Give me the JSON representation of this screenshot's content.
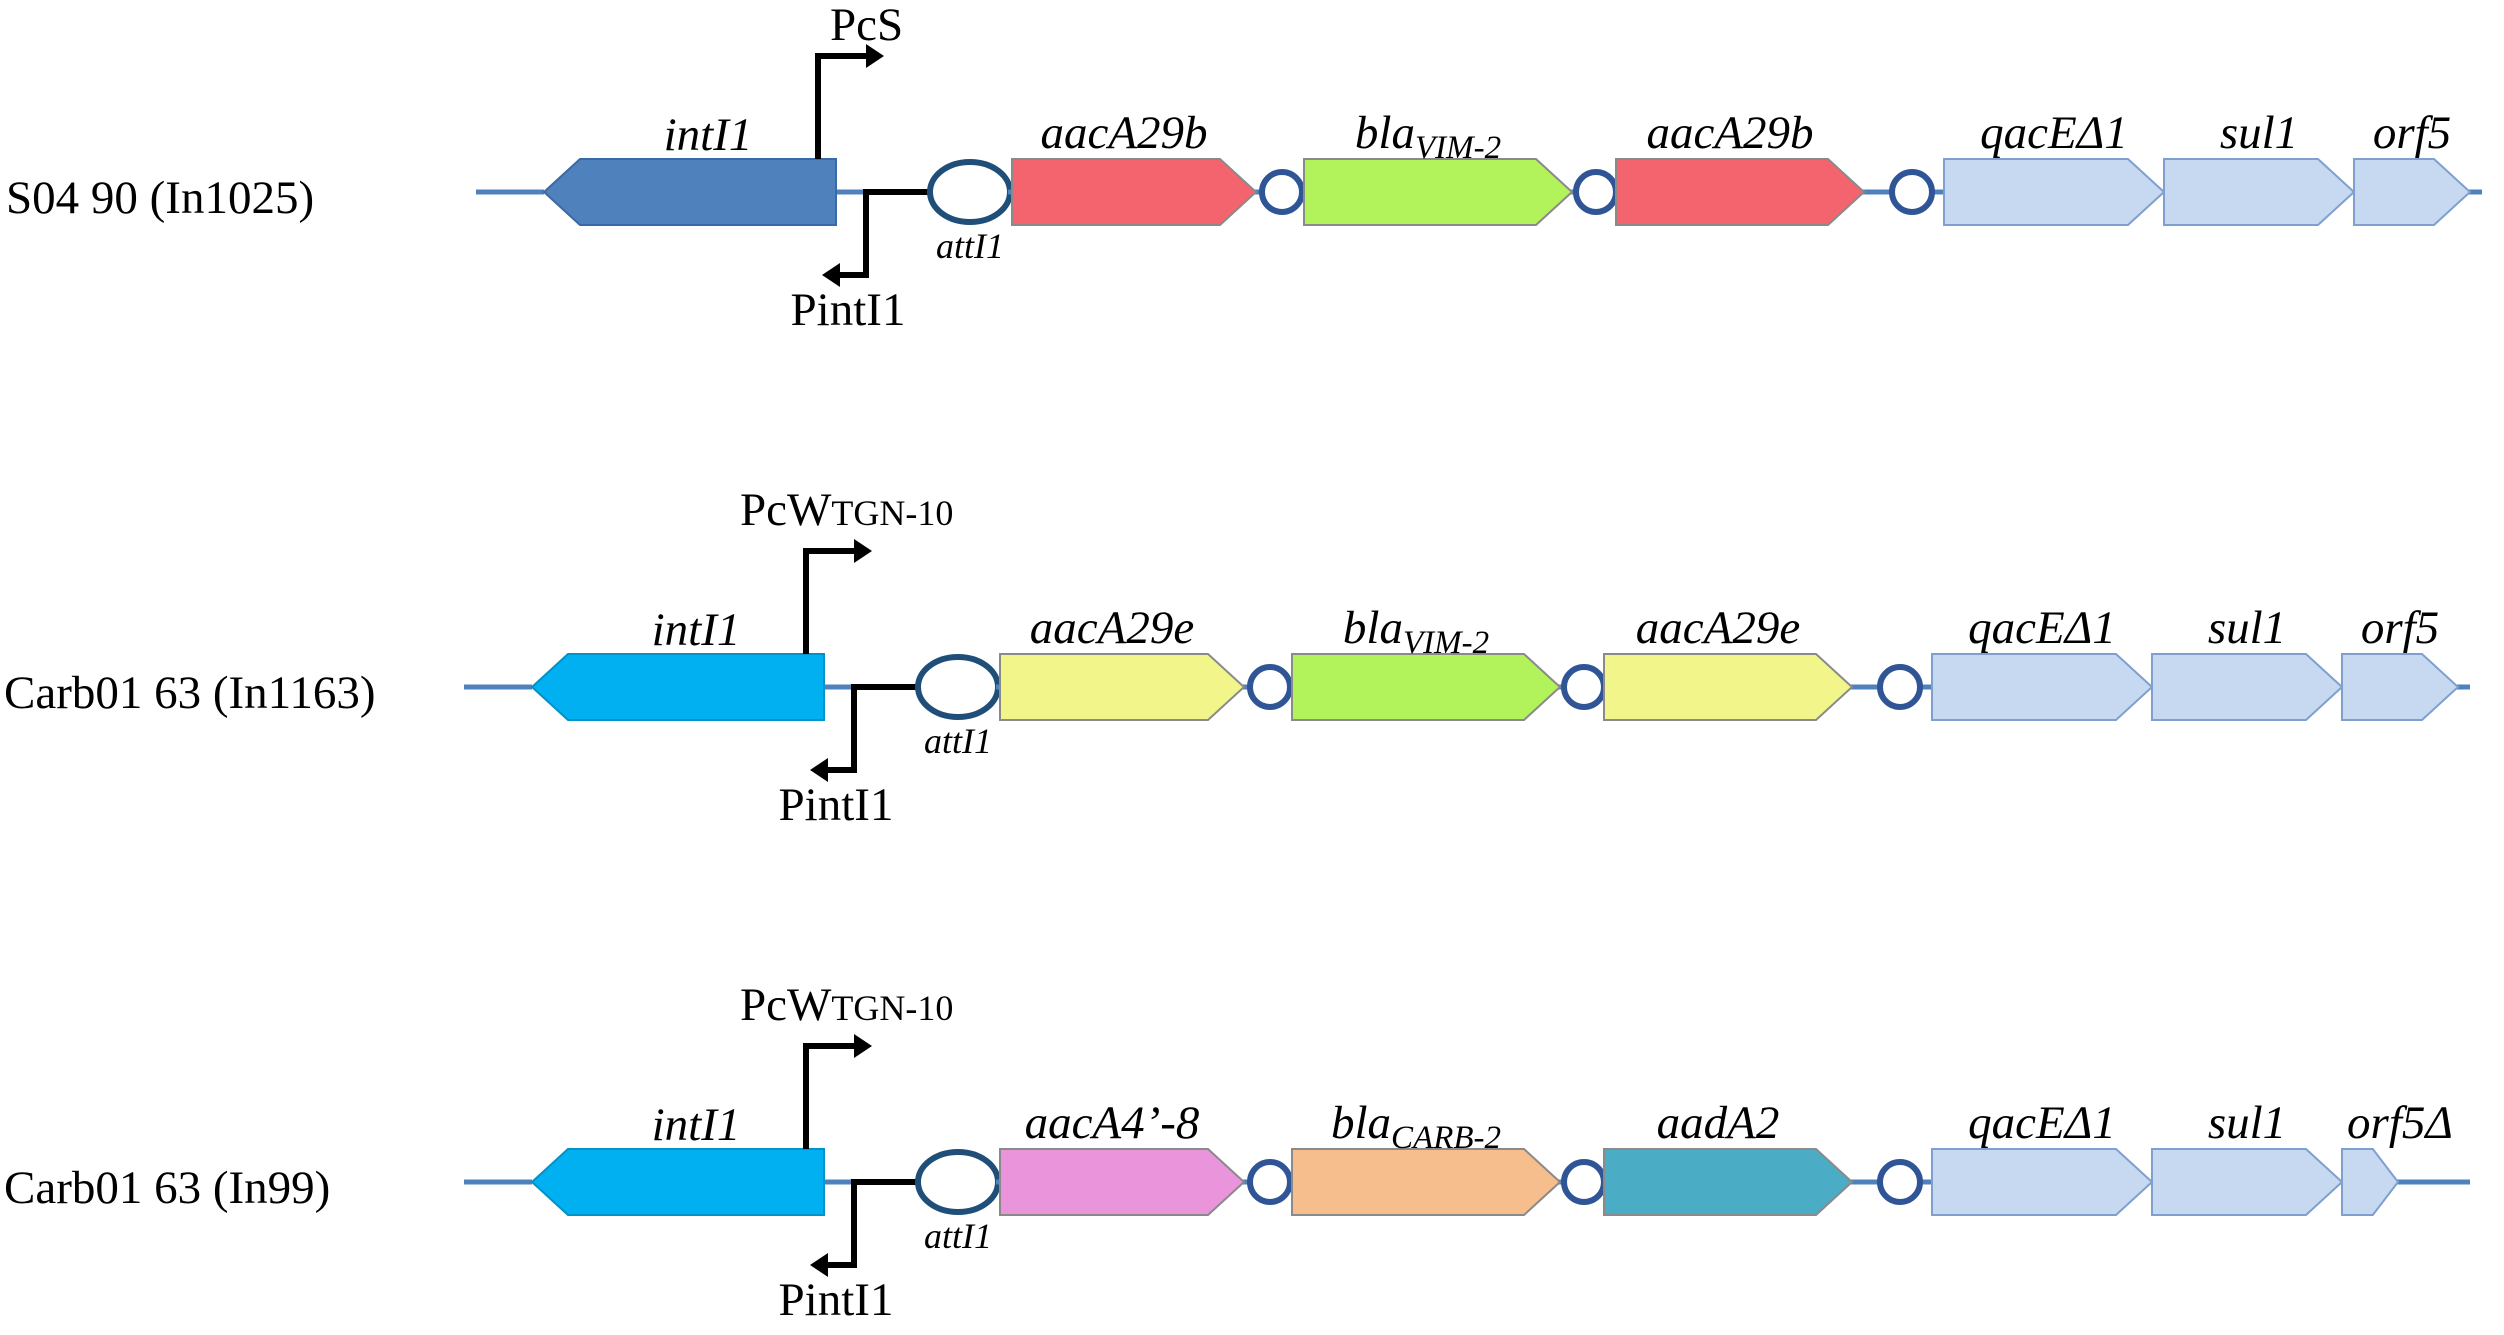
{
  "integrons": [
    {
      "label": "S04 90 (In1025)",
      "intI1": {
        "name": "intI1",
        "color": "#4f81bd"
      },
      "promoter_cs": {
        "name": "PcS",
        "sub": ""
      },
      "promoter_int": "PintI1",
      "attI1": "attI1",
      "cassettes": [
        {
          "name": "aacA29b",
          "sub": "",
          "color": "#f4646e"
        },
        {
          "name": "bla",
          "sub": "VIM-2",
          "color": "#b2f25a"
        },
        {
          "name": "aacA29b",
          "sub": "",
          "color": "#f4646e"
        }
      ],
      "cs3": [
        {
          "name": "qacEΔ1",
          "color": "#c6d9f1"
        },
        {
          "name": "sul1",
          "color": "#c6d9f1"
        },
        {
          "name": "orf5",
          "color": "#c6d9f1"
        }
      ]
    },
    {
      "label": "Carb01 63 (In1163)",
      "intI1": {
        "name": "intI1",
        "color": "#00b0f0"
      },
      "promoter_cs": {
        "name": "PcW",
        "sub": "TGN-10"
      },
      "promoter_int": "PintI1",
      "attI1": "attI1",
      "cassettes": [
        {
          "name": "aacA29e",
          "sub": "",
          "color": "#f2f58a"
        },
        {
          "name": "bla",
          "sub": "VIM-2",
          "color": "#b2f25a"
        },
        {
          "name": "aacA29e",
          "sub": "",
          "color": "#f2f58a"
        }
      ],
      "cs3": [
        {
          "name": "qacEΔ1",
          "color": "#c6d9f1"
        },
        {
          "name": "sul1",
          "color": "#c6d9f1"
        },
        {
          "name": "orf5",
          "color": "#c6d9f1"
        }
      ]
    },
    {
      "label": "Carb01 63 (In99)",
      "intI1": {
        "name": "intI1",
        "color": "#00b0f0"
      },
      "promoter_cs": {
        "name": "PcW",
        "sub": "TGN-10"
      },
      "promoter_int": "PintI1",
      "attI1": "attI1",
      "cassettes": [
        {
          "name": "aacA4’-8",
          "sub": "",
          "color": "#ea94dc"
        },
        {
          "name": "bla",
          "sub": "CARB-2",
          "color": "#f7be8d"
        },
        {
          "name": "aadA2",
          "sub": "",
          "color": "#4aacc5"
        }
      ],
      "cs3": [
        {
          "name": "qacEΔ1",
          "color": "#c6d9f1"
        },
        {
          "name": "sul1",
          "color": "#c6d9f1"
        },
        {
          "name": "orf5Δ",
          "color": "#c6d9f1"
        }
      ]
    }
  ],
  "colors": {
    "backbone": "#4f81bd",
    "outline": "#2f5597",
    "promoter": "#000000"
  }
}
